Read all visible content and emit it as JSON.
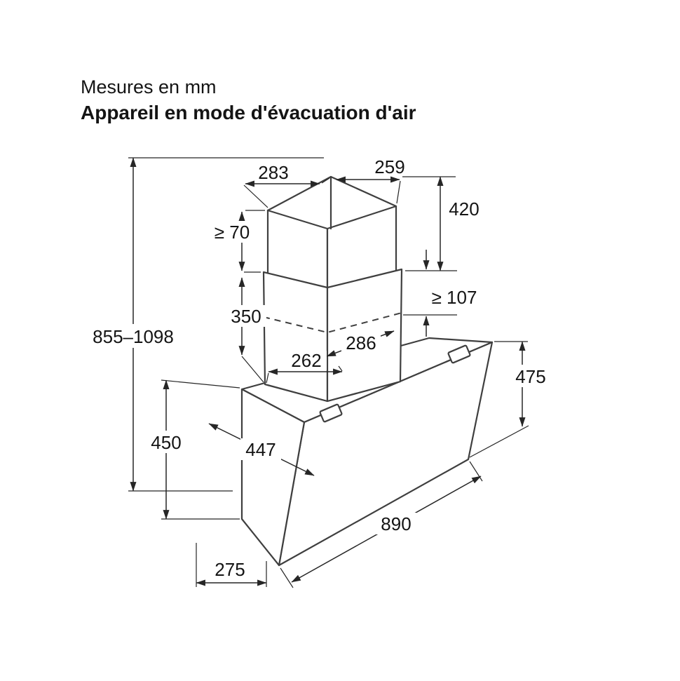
{
  "header": {
    "subtitle": "Mesures en mm",
    "title": "Appareil en mode d'évacuation d'air"
  },
  "diagram": {
    "description": "Dimensional line drawing of a wall-mounted angled cooker hood with telescopic chimney duct, exhaust-air mode",
    "dimensions": {
      "chimney_top_left": "283",
      "chimney_top_right": "259",
      "chimney_upper_height": "420",
      "chimney_min_overlap": "≥ 70",
      "chimney_lower_height": "350",
      "chimney_min_extension": "≥ 107",
      "total_height_range": "855–1098",
      "duct_cutout_depth": "286",
      "duct_cutout_width": "262",
      "body_height_right": "475",
      "body_height_left": "450",
      "glass_panel_depth": "447",
      "hood_width": "890",
      "bottom_depth": "275"
    }
  }
}
